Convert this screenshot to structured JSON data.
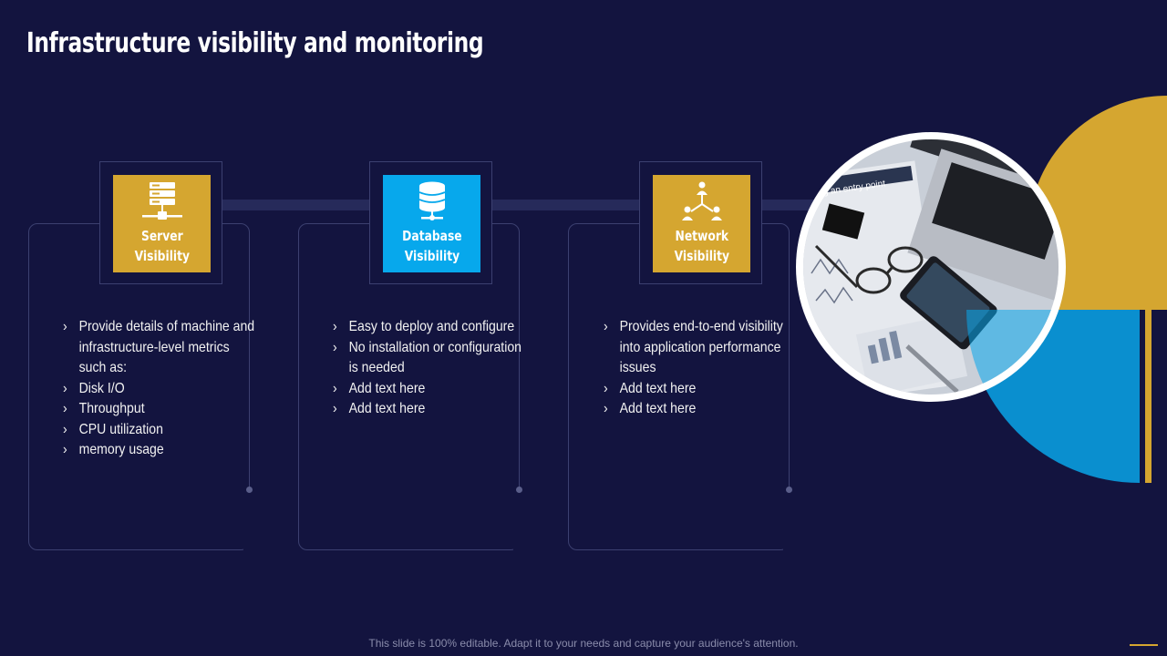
{
  "title": "Infrastructure visibility and monitoring",
  "colors": {
    "background": "#13143f",
    "gold": "#d5a630",
    "blue": "#07a8ec"
  },
  "cards": [
    {
      "icon": "server-icon",
      "tile_color": "#d5a630",
      "label": "Server\nVisibility",
      "bullets": [
        "Provide details of  machine and",
        "infrastructure-level  metrics",
        "such as:",
        "Disk I/O",
        "Throughput",
        "CPU utilization",
        "memory usage"
      ],
      "bullet_markers": [
        true,
        false,
        false,
        true,
        true,
        true,
        true
      ]
    },
    {
      "icon": "database-icon",
      "tile_color": "#07a8ec",
      "label": "Database\nVisibility",
      "bullets": [
        "Easy to deploy and configure",
        "No installation  or configuration",
        "is needed",
        "Add text here",
        "Add text here"
      ],
      "bullet_markers": [
        true,
        true,
        false,
        true,
        true
      ]
    },
    {
      "icon": "network-icon",
      "tile_color": "#d5a630",
      "label": "Network\nVisibility",
      "bullets": [
        "Provides end-to-end visibility",
        "into application performance",
        "issues",
        "Add text here",
        "Add text here"
      ],
      "bullet_markers": [
        true,
        false,
        false,
        true,
        true
      ]
    }
  ],
  "photo": {
    "document_text": "ng an entry point"
  },
  "footer": "This slide is 100% editable. Adapt it to your needs and capture your audience's attention."
}
